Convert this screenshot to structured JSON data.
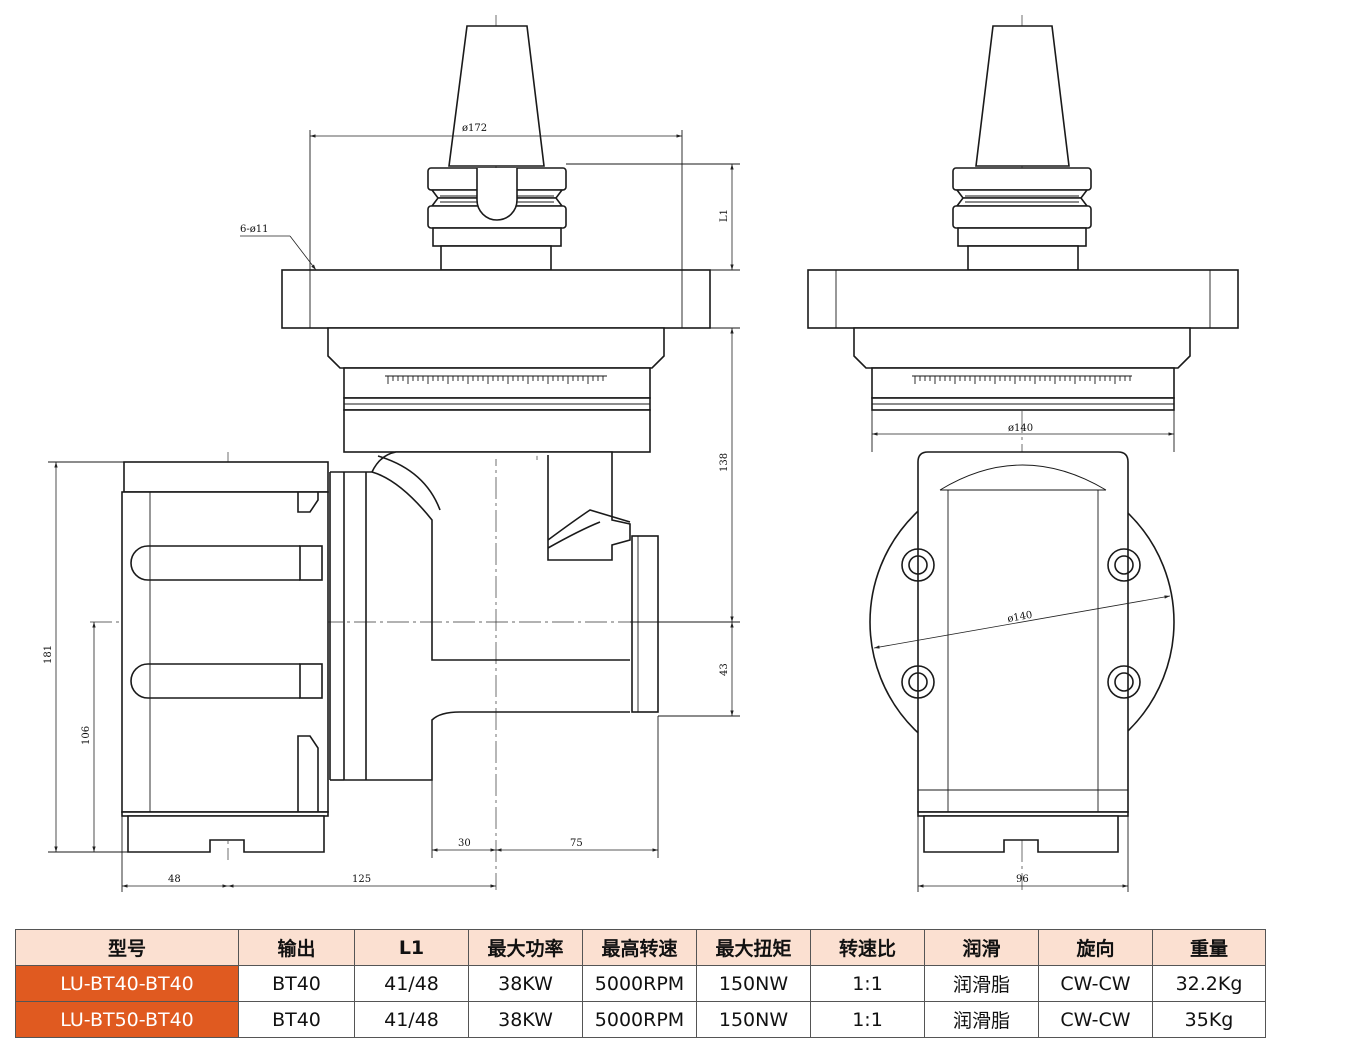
{
  "drawing": {
    "front_view": {
      "flange_holes": "6-ø11",
      "flange_diameter": "ø172",
      "tool_length": "L1",
      "height_total": "138",
      "offset_output": "43",
      "body_height": "181",
      "spindle_height": "106",
      "offset_30": "30",
      "offset_75": "75",
      "width_48": "48",
      "width_125": "125"
    },
    "side_view": {
      "collar_diameter": "ø140",
      "disk_diameter": "ø140",
      "width_96": "96"
    }
  },
  "table": {
    "headers": [
      "型号",
      "输出",
      "L1",
      "最大功率",
      "最高转速",
      "最大扭矩",
      "转速比",
      "润滑",
      "旋向",
      "重量"
    ],
    "rows": [
      [
        "LU-BT40-BT40",
        "BT40",
        "41/48",
        "38KW",
        "5000RPM",
        "150NW",
        "1:1",
        "润滑脂",
        "CW-CW",
        "32.2Kg"
      ],
      [
        "LU-BT50-BT40",
        "BT40",
        "41/48",
        "38KW",
        "5000RPM",
        "150NW",
        "1:1",
        "润滑脂",
        "CW-CW",
        "35Kg"
      ]
    ]
  },
  "colors": {
    "model_cell": "#e05a20",
    "header_bg": "#fbe0d1"
  }
}
